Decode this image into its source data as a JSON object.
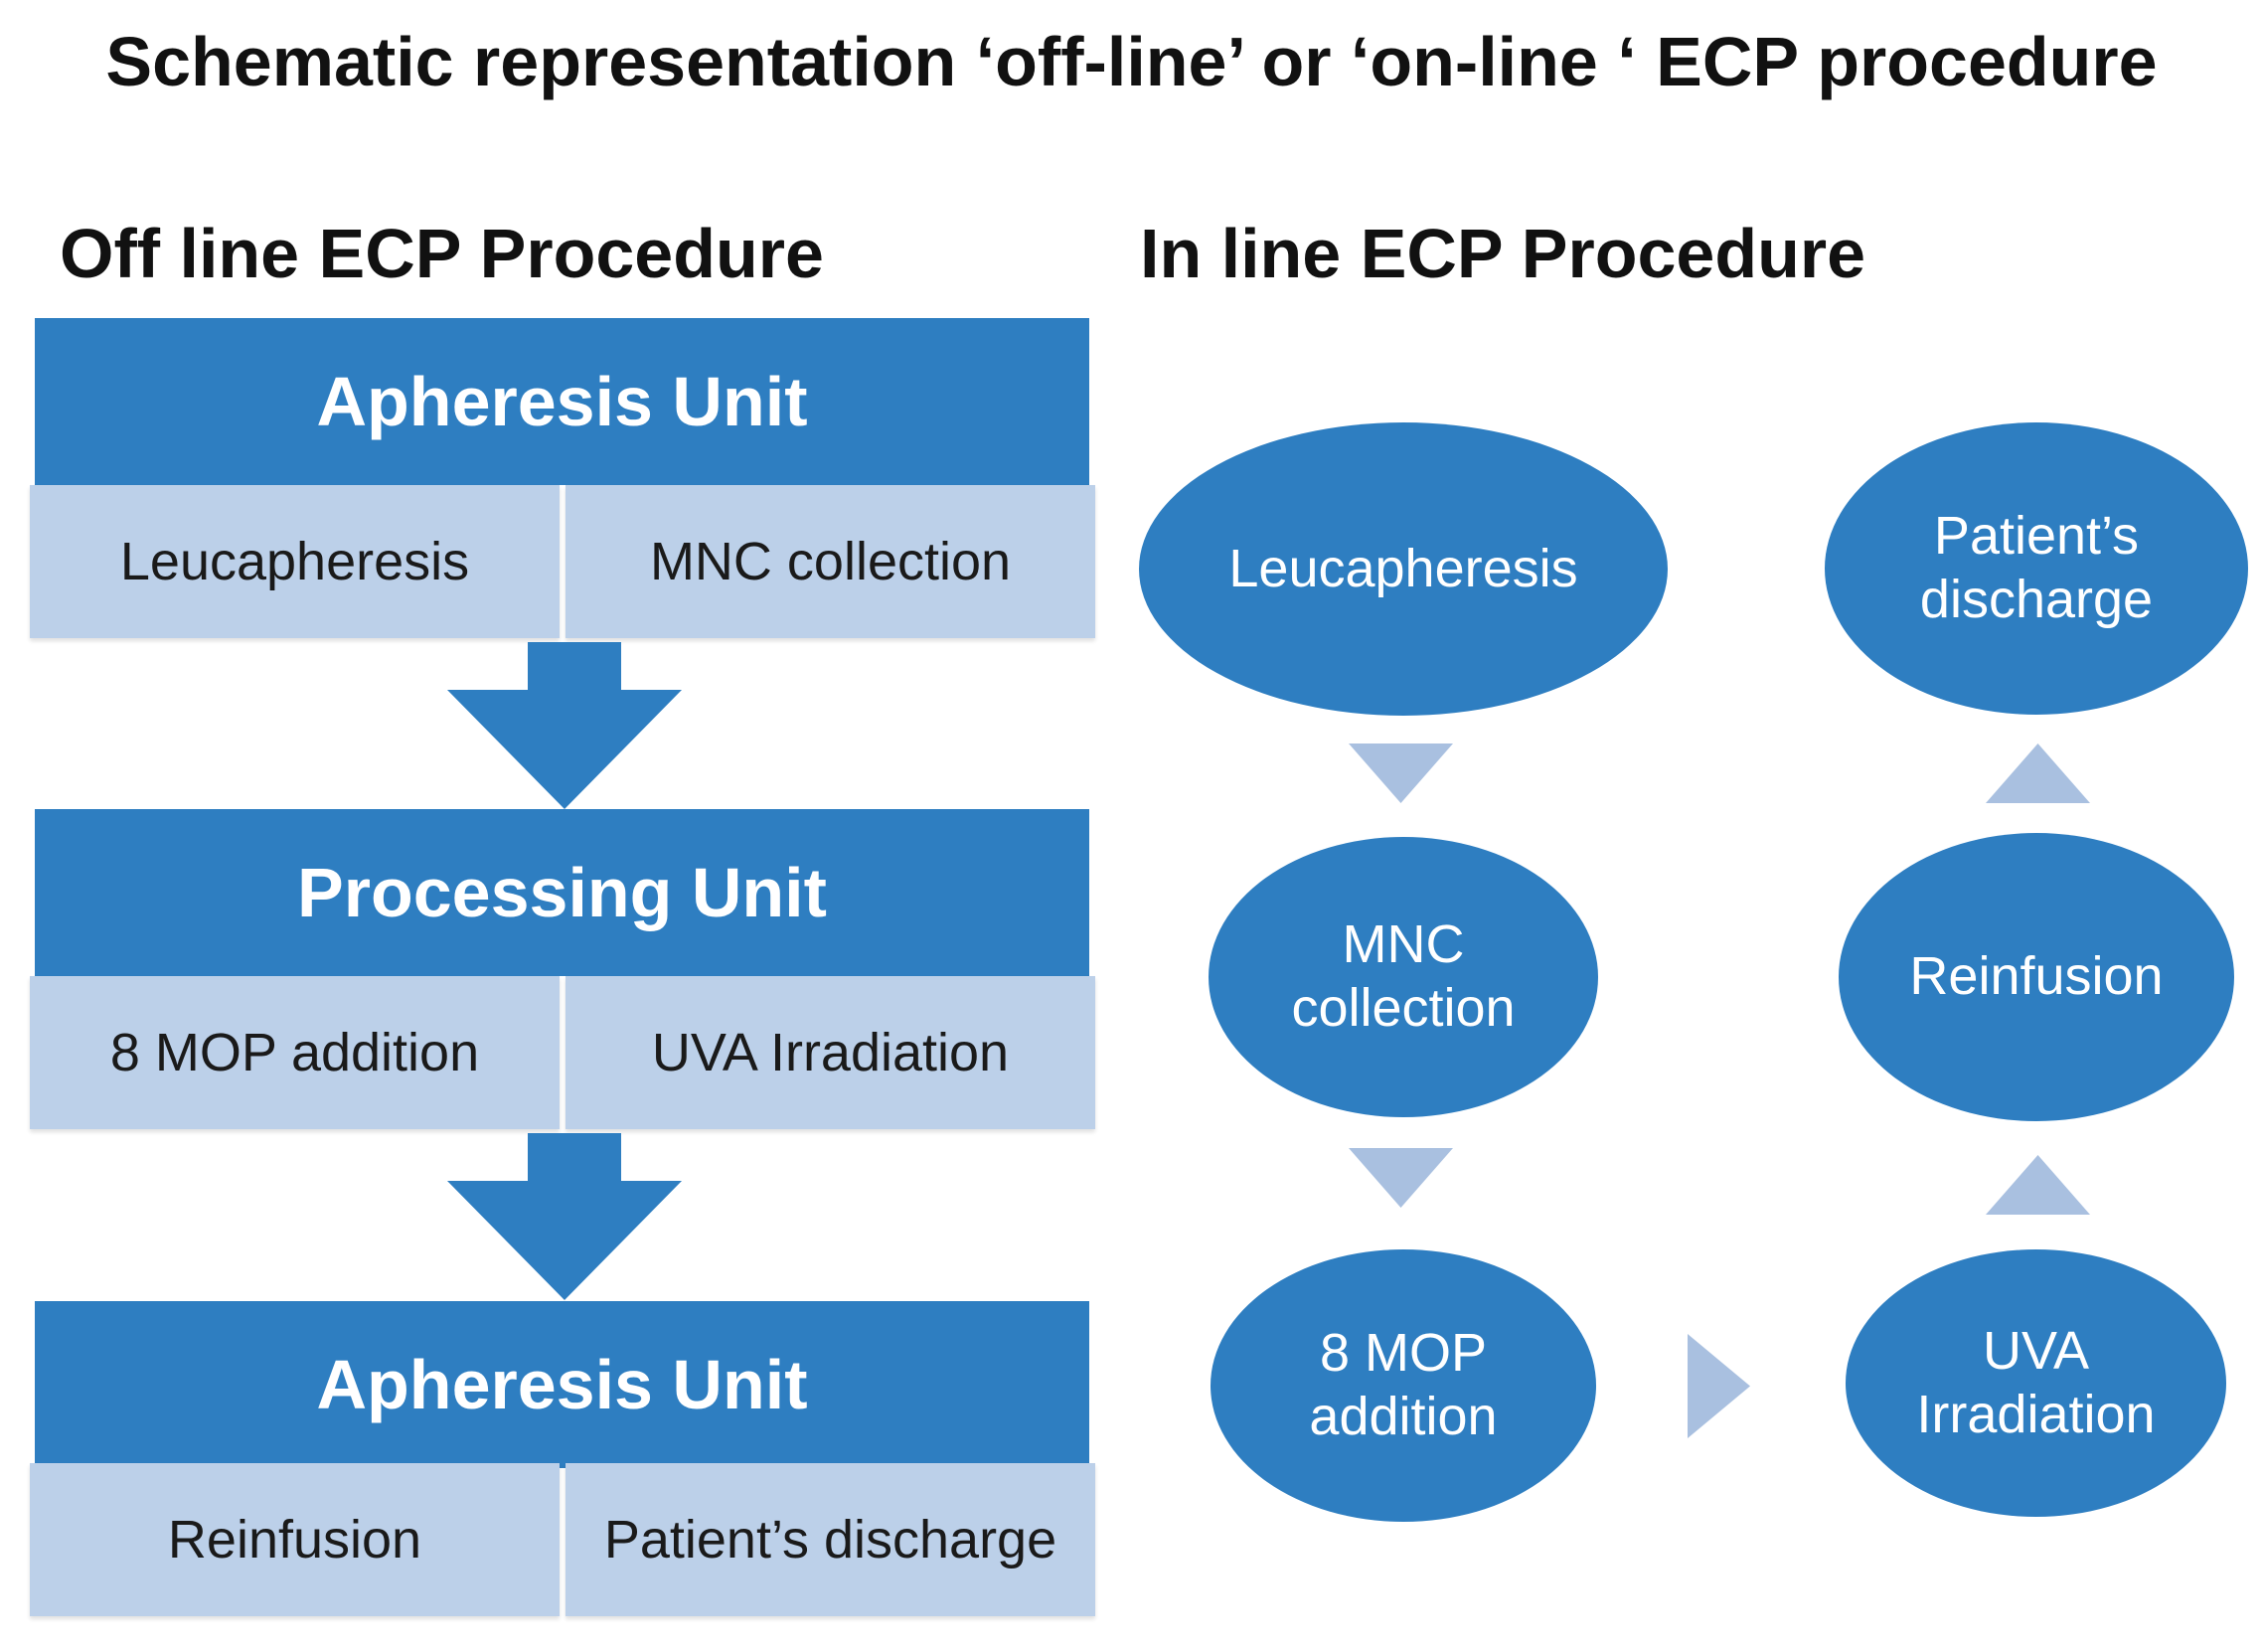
{
  "title": "Schematic representation ‘off-line’ or ‘on-line ‘ ECP procedure",
  "offline": {
    "title": "Off line ECP Procedure",
    "units": [
      {
        "header": "Apheresis Unit",
        "left": "Leucapheresis",
        "right": "MNC collection"
      },
      {
        "header": "Processing Unit",
        "left": "8 MOP addition",
        "right": "UVA Irradiation"
      },
      {
        "header": "Apheresis Unit",
        "left": "Reinfusion",
        "right": "Patient’s discharge"
      }
    ]
  },
  "inline": {
    "title": "In line ECP Procedure",
    "steps": [
      {
        "line1": "Leucapheresis",
        "line2": ""
      },
      {
        "line1": "MNC",
        "line2": "collection"
      },
      {
        "line1": "8 MOP",
        "line2": "addition"
      },
      {
        "line1": "UVA",
        "line2": "Irradiation"
      },
      {
        "line1": "Reinfusion",
        "line2": ""
      },
      {
        "line1": "Patient’s",
        "line2": "discharge"
      }
    ]
  },
  "colors": {
    "primary_blue": "#2e7ec1",
    "light_blue": "#bcd0e9",
    "arrow_light": "#a9c0e0"
  }
}
